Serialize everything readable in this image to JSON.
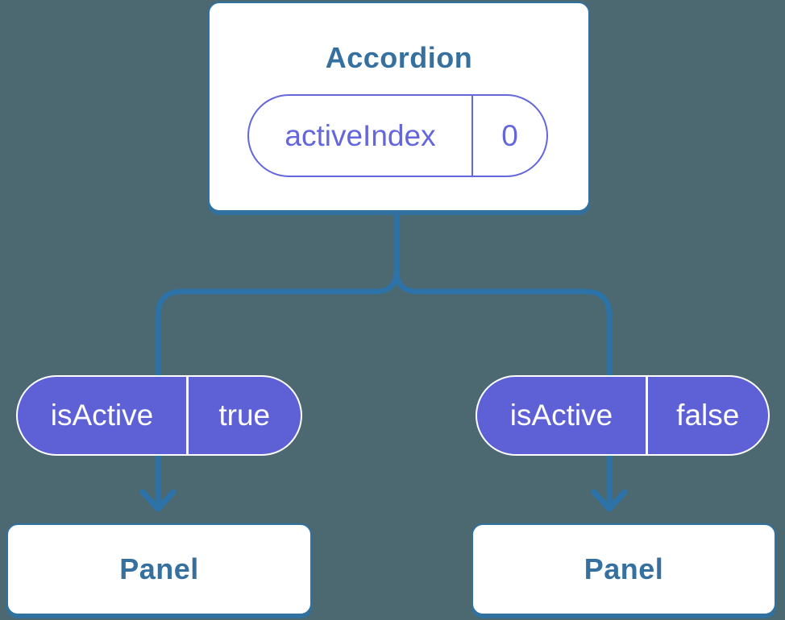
{
  "diagram": {
    "root": {
      "title": "Accordion",
      "state": {
        "name": "activeIndex",
        "value": "0"
      }
    },
    "children": [
      {
        "prop": {
          "name": "isActive",
          "value": "true"
        },
        "node": {
          "title": "Panel"
        }
      },
      {
        "prop": {
          "name": "isActive",
          "value": "false"
        },
        "node": {
          "title": "Panel"
        }
      }
    ],
    "colors": {
      "background": "#4C6971",
      "connector_blue": "#2B73A9",
      "card_border_blue": "#30719F",
      "node_text_blue": "#35709E",
      "pill_fill_purple": "#5E61D6",
      "pill_accent_purple": "#6366DC",
      "pill_text_white": "#FFFFFF",
      "card_background": "#FFFFFF"
    }
  }
}
